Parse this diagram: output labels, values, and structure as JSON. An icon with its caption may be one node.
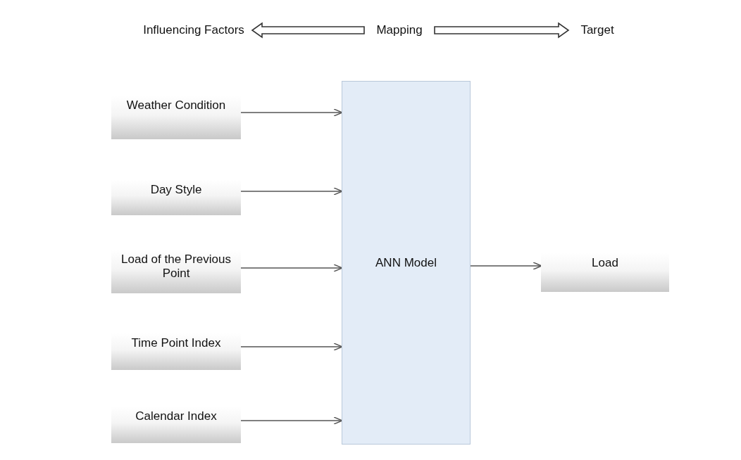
{
  "diagram": {
    "nodes": [
      {
        "text": [
          "Influencing Factors"
        ]
      },
      {
        "text": [
          "Mapping"
        ]
      },
      {
        "text": [
          "Target"
        ]
      },
      {
        "text": [
          "Weather Condition"
        ]
      },
      {
        "text": [
          "Day Style"
        ]
      },
      {
        "text": [
          "Load of the Previous Point"
        ]
      },
      {
        "text": [
          "Time Point Index"
        ]
      },
      {
        "text": [
          "Calendar Index"
        ]
      },
      {
        "text": [
          "ANN Model"
        ]
      },
      {
        "text": [
          "Load"
        ]
      }
    ],
    "edges": [
      {
        "from": 1,
        "to": 0,
        "arrow": "to",
        "style": "thick"
      },
      {
        "from": 1,
        "to": 2,
        "arrow": "to",
        "style": "thick"
      },
      {
        "from": 3,
        "to": 8,
        "arrow": "to"
      },
      {
        "from": 4,
        "to": 8,
        "arrow": "to"
      },
      {
        "from": 5,
        "to": 8,
        "arrow": "to"
      },
      {
        "from": 6,
        "to": 8,
        "arrow": "to"
      },
      {
        "from": 7,
        "to": 8,
        "arrow": "to"
      },
      {
        "from": 8,
        "to": 9,
        "arrow": "to"
      }
    ]
  }
}
